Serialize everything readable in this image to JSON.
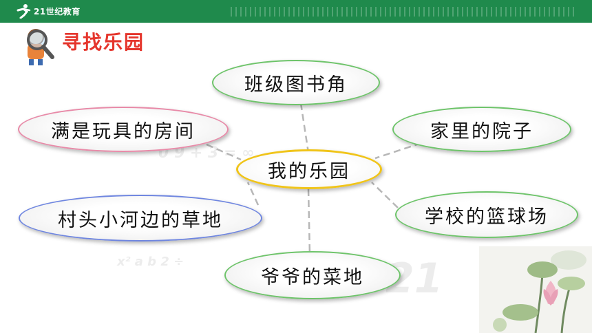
{
  "header": {
    "logo_text": "21世纪教育"
  },
  "title": "寻找乐园",
  "center_node": "我的乐园",
  "nodes": {
    "top": "班级图书角",
    "left_top": "满是玩具的房间",
    "right_top": "家里的院子",
    "left_bottom": "村头小河边的草地",
    "right_bottom": "学校的篮球场",
    "bottom": "爷爷的菜地"
  },
  "colors": {
    "header_green": "#1f8a4c",
    "title_red": "#e5352c",
    "border_green": "#6ec46a",
    "border_pink": "#e88aa8",
    "border_blue": "#6f86e0",
    "border_gold": "#f0c419",
    "connector_gray": "#b7b7b7"
  },
  "icons": [
    "logo-runner-icon",
    "magnifier-icon",
    "lotus-decoration"
  ]
}
